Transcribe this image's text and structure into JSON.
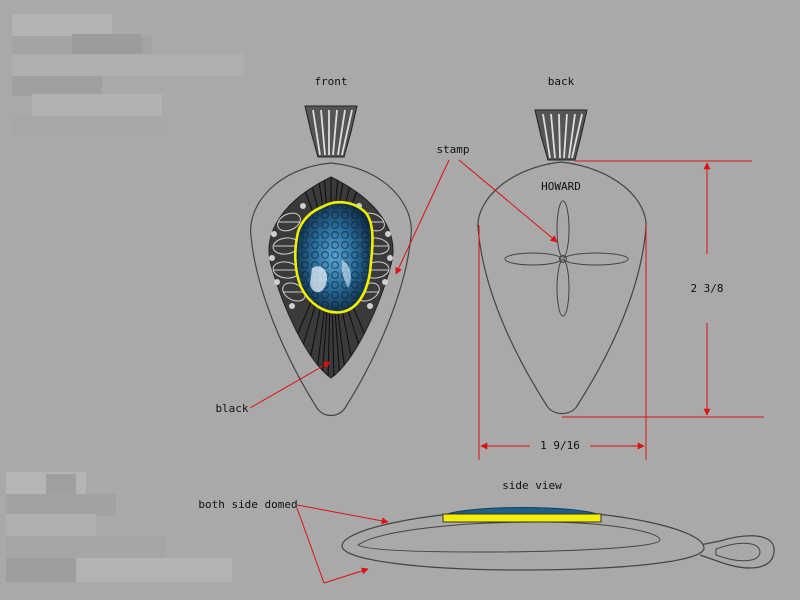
{
  "views": {
    "front": "front",
    "back": "back",
    "side": "side view"
  },
  "annotations": {
    "stamp": "stamp",
    "black": "black",
    "both_side_domed": "both side domed",
    "howard": "HOWARD"
  },
  "dimensions": {
    "height": "2 3/8",
    "width": "1 9/16"
  },
  "colors": {
    "background": "#a9a9a9",
    "dimension_line": "#dd1111",
    "stone_outline": "#f2ee00",
    "stone_blue": "#1f5f88",
    "metal_dark": "#3b3b3b",
    "outline": "#555555"
  }
}
